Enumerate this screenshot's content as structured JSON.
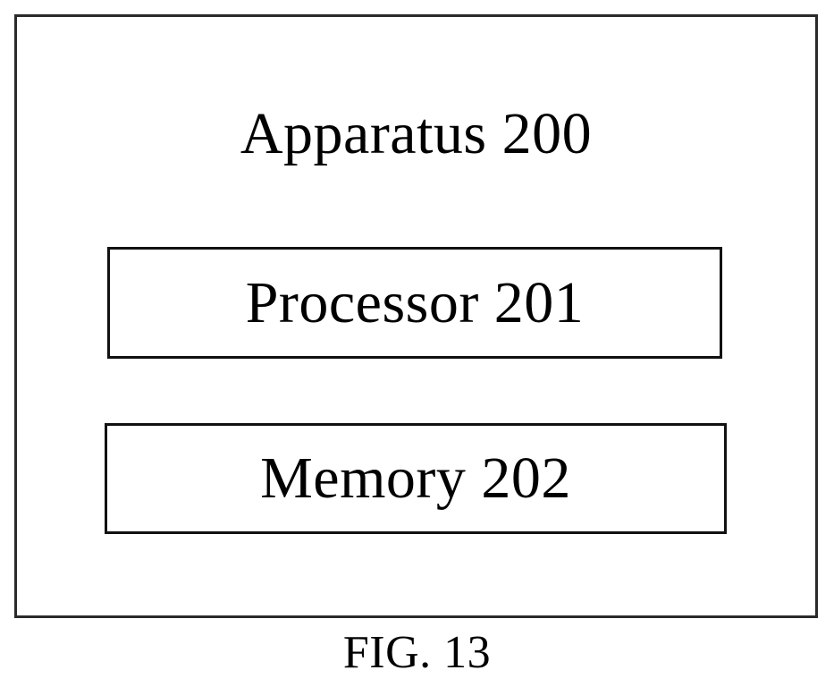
{
  "diagram": {
    "outer": {
      "label": "Apparatus 200"
    },
    "components": [
      {
        "label": "Processor 201"
      },
      {
        "label": "Memory 202"
      }
    ]
  },
  "caption": "FIG. 13",
  "colors": {
    "stroke": "#000000",
    "background": "#ffffff"
  }
}
